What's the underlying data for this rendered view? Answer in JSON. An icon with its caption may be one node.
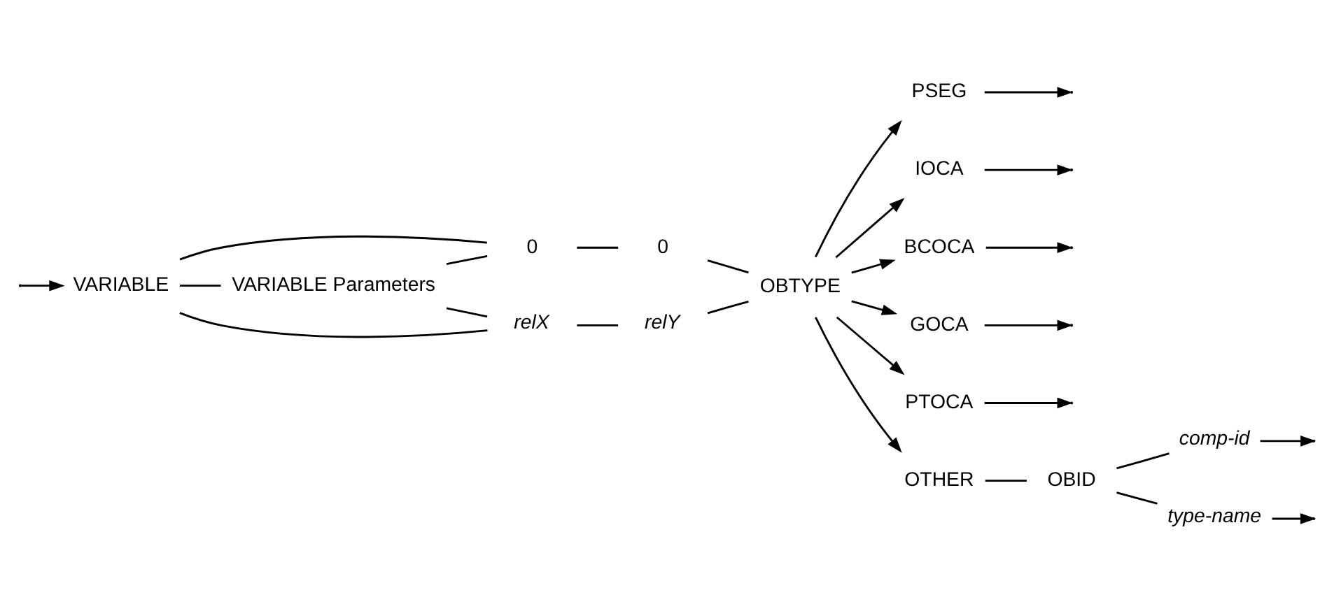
{
  "diagram": {
    "nodes": [
      {
        "text": [
          "VARIABLE"
        ]
      },
      {
        "text": [
          "VARIABLE Parameters"
        ]
      },
      {
        "text": [
          "0"
        ]
      },
      {
        "text": [
          "0"
        ]
      },
      {
        "text": [
          "relX"
        ]
      },
      {
        "text": [
          "relY"
        ]
      },
      {
        "text": [
          "OBTYPE"
        ]
      },
      {
        "text": [
          "PSEG"
        ]
      },
      {
        "text": [
          "IOCA"
        ]
      },
      {
        "text": [
          "BCOCA"
        ]
      },
      {
        "text": [
          "GOCA"
        ]
      },
      {
        "text": [
          "PTOCA"
        ]
      },
      {
        "text": [
          "OTHER"
        ]
      },
      {
        "text": [
          "OBID"
        ]
      },
      {
        "text": [
          "comp-id"
        ]
      },
      {
        "text": [
          "type-name"
        ]
      }
    ],
    "edges": [
      {
        "from": null,
        "to": 0,
        "arrow": "to"
      },
      {
        "from": 0,
        "to": 1,
        "arrow": "none"
      },
      {
        "from": 0,
        "to": 2,
        "arrow": "none"
      },
      {
        "from": 1,
        "to": 2,
        "arrow": "none"
      },
      {
        "from": 0,
        "to": 4,
        "arrow": "none"
      },
      {
        "from": 1,
        "to": 4,
        "arrow": "none"
      },
      {
        "from": 2,
        "to": 3,
        "arrow": "none"
      },
      {
        "from": 4,
        "to": 5,
        "arrow": "none"
      },
      {
        "from": 3,
        "to": 6,
        "arrow": "none"
      },
      {
        "from": 5,
        "to": 6,
        "arrow": "none"
      },
      {
        "from": 6,
        "to": 7,
        "arrow": "to"
      },
      {
        "from": 6,
        "to": 8,
        "arrow": "to"
      },
      {
        "from": 6,
        "to": 9,
        "arrow": "to"
      },
      {
        "from": 6,
        "to": 10,
        "arrow": "to"
      },
      {
        "from": 6,
        "to": 11,
        "arrow": "to"
      },
      {
        "from": 6,
        "to": 12,
        "arrow": "to"
      },
      {
        "from": 12,
        "to": 13,
        "arrow": "none"
      },
      {
        "from": 13,
        "to": 14,
        "arrow": "none"
      },
      {
        "from": 13,
        "to": 15,
        "arrow": "none"
      },
      {
        "from": 7,
        "to": null,
        "arrow": "to"
      },
      {
        "from": 8,
        "to": null,
        "arrow": "to"
      },
      {
        "from": 9,
        "to": null,
        "arrow": "to"
      },
      {
        "from": 10,
        "to": null,
        "arrow": "to"
      },
      {
        "from": 11,
        "to": null,
        "arrow": "to"
      },
      {
        "from": 14,
        "to": null,
        "arrow": "to"
      },
      {
        "from": 15,
        "to": null,
        "arrow": "to"
      }
    ]
  }
}
